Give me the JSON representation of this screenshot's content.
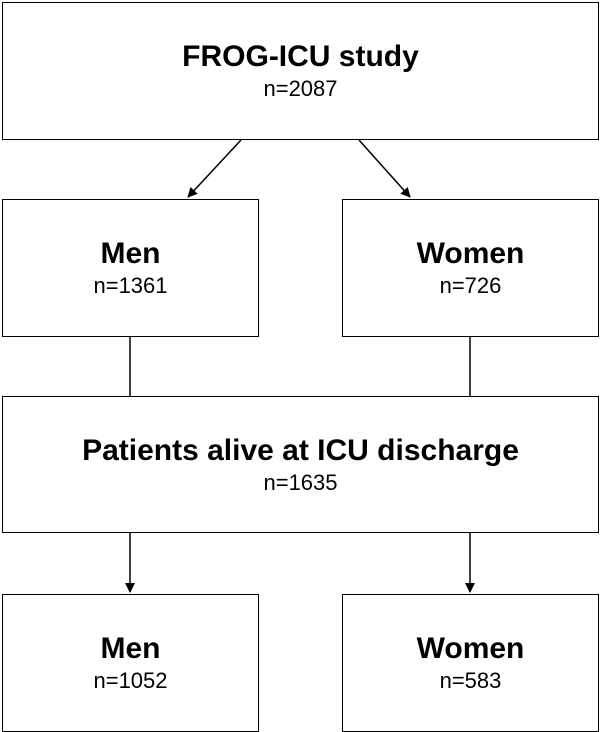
{
  "study": {
    "title": "FROG-ICU study",
    "count": "n=2087"
  },
  "admission": {
    "men": {
      "title": "Men",
      "count": "n=1361"
    },
    "women": {
      "title": "Women",
      "count": "n=726"
    }
  },
  "alive": {
    "title": "Patients alive at ICU discharge",
    "count": "n=1635"
  },
  "discharge": {
    "men": {
      "title": "Men",
      "count": "n=1052"
    },
    "women": {
      "title": "Women",
      "count": "n=583"
    }
  },
  "colors": {
    "stroke": "#000000",
    "background": "#ffffff"
  }
}
